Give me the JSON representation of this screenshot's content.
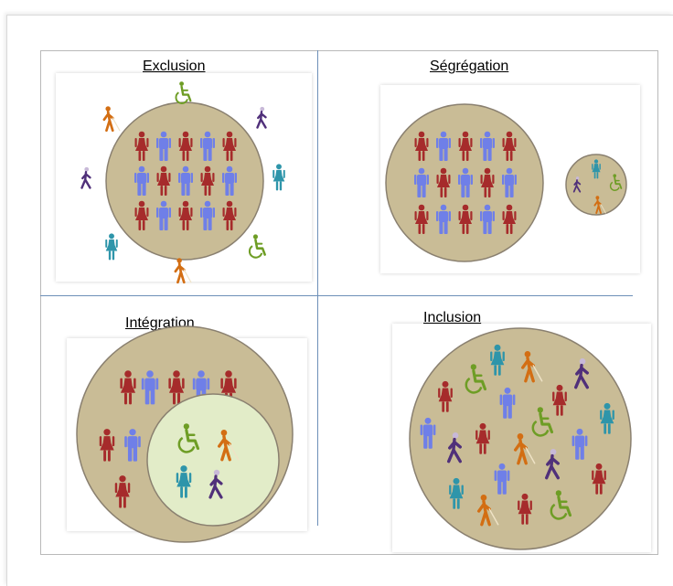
{
  "quadrants": {
    "exclusion": {
      "title": "Exclusion"
    },
    "segregation": {
      "title": "Ségrégation"
    },
    "integration": {
      "title": "Intégration"
    },
    "inclusion": {
      "title": "Inclusion"
    }
  },
  "colors": {
    "circle_fill": "#c9bc96",
    "circle_stroke": "#8a8070",
    "inner_circle_fill": "#e2ecc8",
    "woman_red": "#a62b2b",
    "man_blue": "#6f7fe8",
    "teal": "#2e95aa",
    "wheelchair_green": "#6e9d25",
    "blind_orange": "#d36e13",
    "walker_purple": "#50307a",
    "divider": "#6d8fb8"
  },
  "icons": [
    "woman-icon",
    "man-icon",
    "wheelchair-user-icon",
    "blind-person-icon",
    "walking-person-icon",
    "teal-woman-icon"
  ]
}
